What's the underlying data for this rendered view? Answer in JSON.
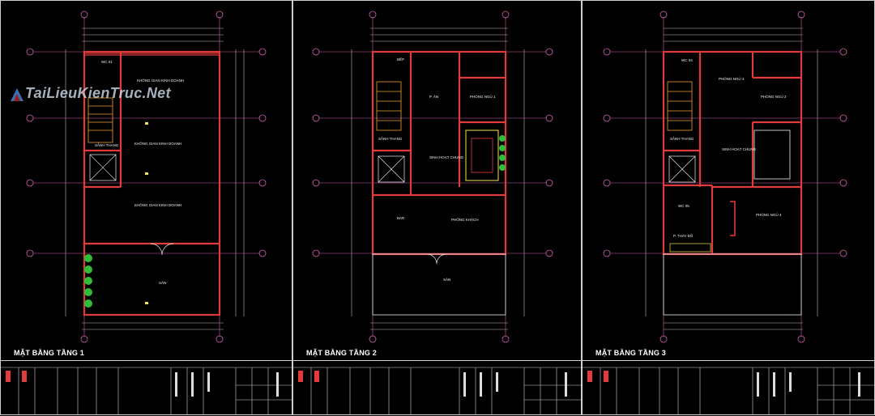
{
  "sheets": [
    {
      "title": "MẶT BẰNG TẦNG 1",
      "rooms": [
        "WC 01",
        "KHÔNG GIAN KINH DOANH",
        "KHÔNG GIAN KINH DOANH",
        "KHÔNG GIAN KINH DOANH",
        "SẢNH THANG",
        "SÂN"
      ]
    },
    {
      "title": "MẶT BẰNG TẦNG 2",
      "rooms": [
        "BẾP",
        "P. ĂN",
        "PHÒNG NGỦ 1",
        "SẢNH THANG",
        "SINH HOẠT CHUNG",
        "BAR",
        "PHÒNG KHÁCH",
        "SÂN"
      ]
    },
    {
      "title": "MẶT BẰNG TẦNG 3",
      "rooms": [
        "WC 04",
        "PHÒNG NGỦ 3",
        "PHÒNG NGỦ 2",
        "SẢNH THANG",
        "SINH HOẠT CHUNG",
        "WC 05",
        "PHÒNG NGỦ 4",
        "P. THAY ĐỒ"
      ]
    }
  ],
  "watermark": "TaiLieuKienTruc.Net",
  "colors": {
    "wall": "#e23b3b",
    "grid": "#d65fb0",
    "dim": "#e8e8e8",
    "text": "#f0f0f0",
    "tree": "#2fbd3a",
    "stair": "#f0a030",
    "accent": "#f2e64a"
  }
}
